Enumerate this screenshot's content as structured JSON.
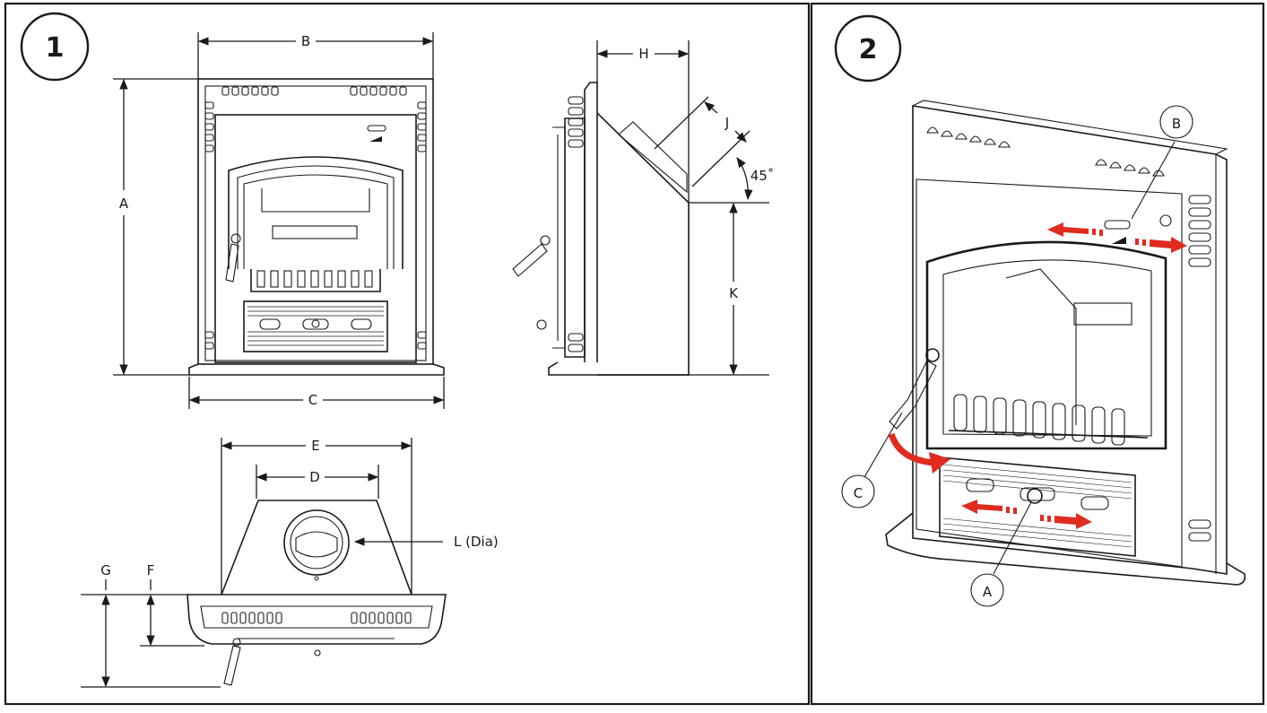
{
  "panel1": {
    "badge": "1",
    "labels": {
      "A": "A",
      "B": "B",
      "C": "C",
      "D": "D",
      "E": "E",
      "F": "F",
      "G": "G",
      "H": "H",
      "J": "J",
      "K": "K",
      "L": "L (Dia)",
      "angle": "45˚"
    }
  },
  "panel2": {
    "badge": "2",
    "callouts": {
      "A": "A",
      "B": "B",
      "C": "C"
    }
  },
  "colors": {
    "arrow": "#e02b1f",
    "line": "#1a1a1a",
    "background": "#ffffff"
  }
}
